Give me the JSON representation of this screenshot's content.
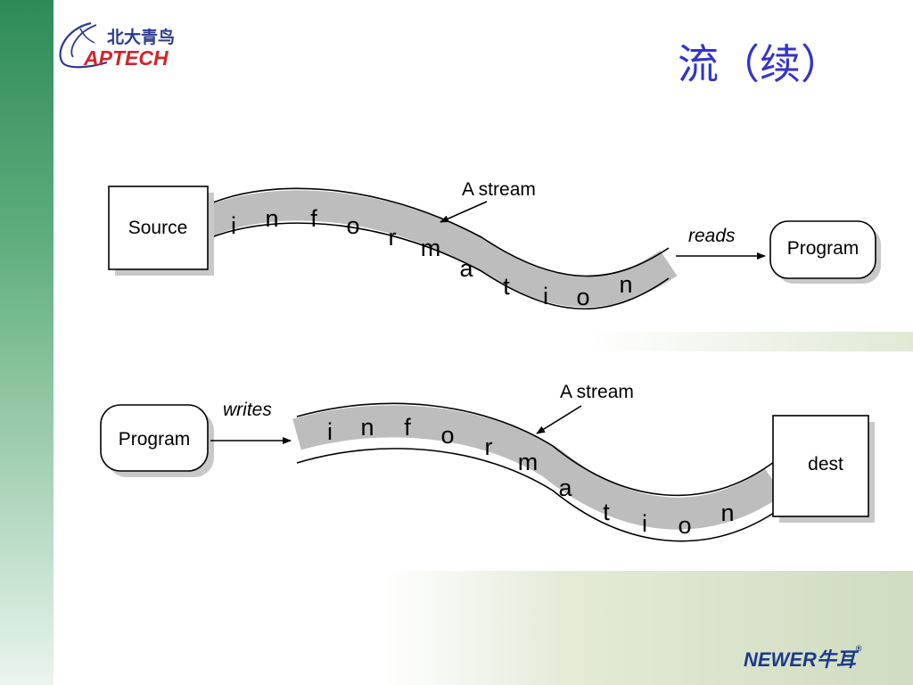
{
  "slide": {
    "title": "流（续）",
    "logo": {
      "chinese": "北大青鸟",
      "latin": "APTECH"
    },
    "footer_brand": {
      "latin": "NEWER",
      "chinese": "牛耳",
      "mark": "®"
    }
  },
  "diagrams": {
    "read": {
      "source_label": "Source",
      "program_label": "Program",
      "stream_label": "A stream",
      "action_label": "reads",
      "stream_word": [
        "i",
        "n",
        "f",
        "o",
        "r",
        "m",
        "a",
        "t",
        "i",
        "o",
        "n"
      ]
    },
    "write": {
      "program_label": "Program",
      "dest_label": "dest",
      "stream_label": "A stream",
      "action_label": "writes",
      "stream_word": [
        "i",
        "n",
        "f",
        "o",
        "r",
        "m",
        "a",
        "t",
        "i",
        "o",
        "n"
      ]
    }
  },
  "colors": {
    "title": "#3333cc",
    "band": "#bdbdbd",
    "side_strip": "#2e8b57",
    "brand_blue": "#1c3a8c",
    "logo_red": "#d2232a",
    "logo_blue": "#2b3990"
  }
}
